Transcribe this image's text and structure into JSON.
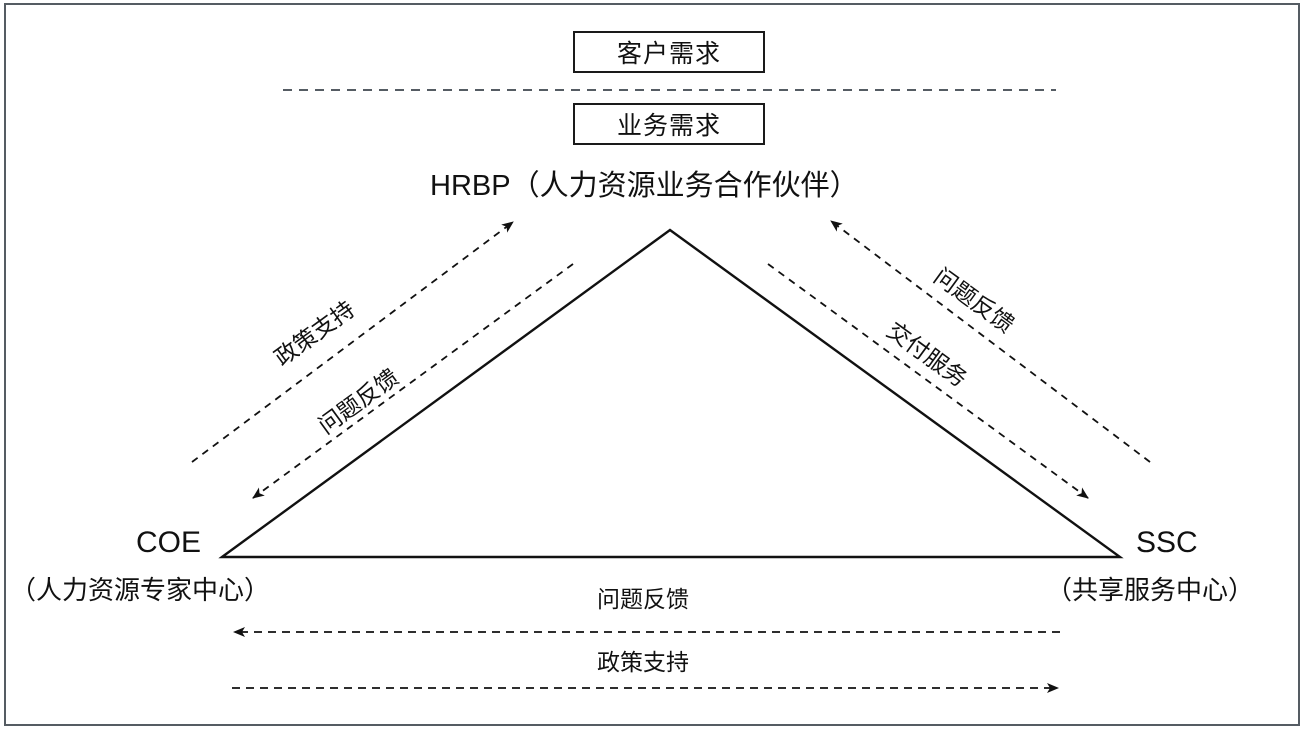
{
  "diagram": {
    "title_boxes": [
      {
        "id": "customer-demand",
        "label": "客户需求"
      },
      {
        "id": "business-demand",
        "label": "业务需求"
      }
    ],
    "apex": {
      "label": "HRBP（人力资源业务合作伙伴）"
    },
    "corners": [
      {
        "id": "coe",
        "acronym": "COE",
        "subtitle": "（人力资源专家中心）"
      },
      {
        "id": "ssc",
        "acronym": "SSC",
        "subtitle": "（共享服务中心）"
      }
    ],
    "edges": {
      "left_up": "政策支持",
      "left_down": "问题反馈",
      "right_up": "问题反馈",
      "right_down": "交付服务",
      "bottom_left": "问题反馈",
      "bottom_right": "政策支持"
    },
    "colors": {
      "line": "#111111",
      "frame": "#555c63",
      "text": "#111111",
      "background": "#ffffff"
    }
  }
}
